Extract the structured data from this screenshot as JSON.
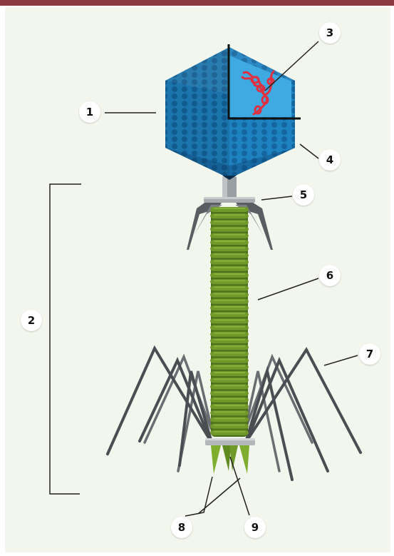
{
  "colors": {
    "top_bar": "#8b3a42",
    "panel_background": "#f3f6ec",
    "capsid_blue": "#1f82c0",
    "capsid_pattern": "#0d4f82",
    "capsid_window": "#3fa9e2",
    "dna_red": "#e03040",
    "collar_gray": "#9a9fa3",
    "sheath_green": "#6f9a2a",
    "sheath_ridge": "#4e6f1b",
    "tail_fiber": "#4a4e52",
    "spike_green": "#7fae2e",
    "leader_line": "#222222"
  },
  "callouts": [
    {
      "label": "1"
    },
    {
      "label": "2"
    },
    {
      "label": "3"
    },
    {
      "label": "4"
    },
    {
      "label": "5"
    },
    {
      "label": "6"
    },
    {
      "label": "7"
    },
    {
      "label": "8"
    },
    {
      "label": "9"
    }
  ]
}
